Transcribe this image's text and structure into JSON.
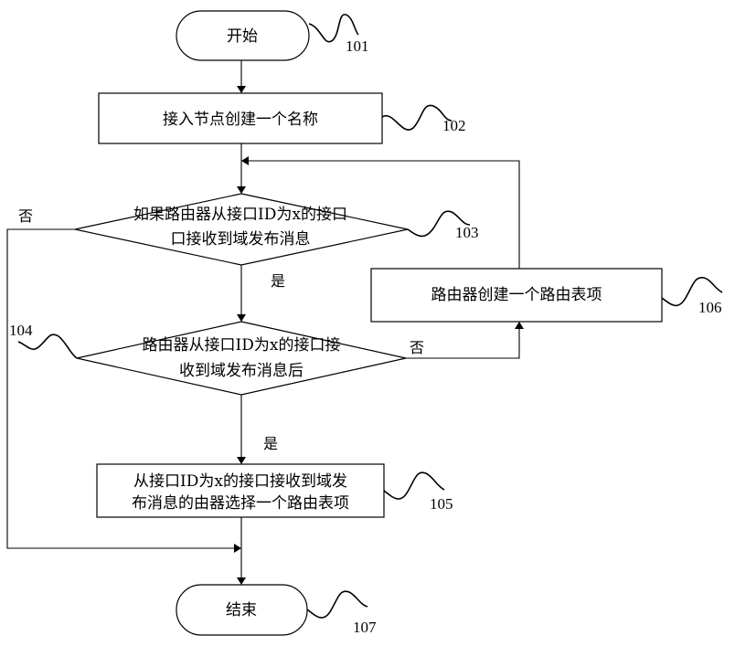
{
  "nodes": {
    "start": "开始",
    "create_name": "接入节点创建一个名称",
    "decision1_line1": "如果路由器从接口ID为x的接口",
    "decision1_line2": "口接收到域发布消息",
    "decision2_line1": "路由器从接口ID为x的接口接",
    "decision2_line2": "收到域发布消息后",
    "create_route": "路由器创建一个路由表项",
    "select_line1": "从接口ID为x的接口接收到域发",
    "select_line2": "布消息的由器选择一个路由表项",
    "end": "结束"
  },
  "refs": {
    "r101": "101",
    "r102": "102",
    "r103": "103",
    "r104": "104",
    "r105": "105",
    "r106": "106",
    "r107": "107"
  },
  "edge_labels": {
    "d1_no": "否",
    "d1_yes": "是",
    "d2_no": "否",
    "d2_yes": "是"
  }
}
